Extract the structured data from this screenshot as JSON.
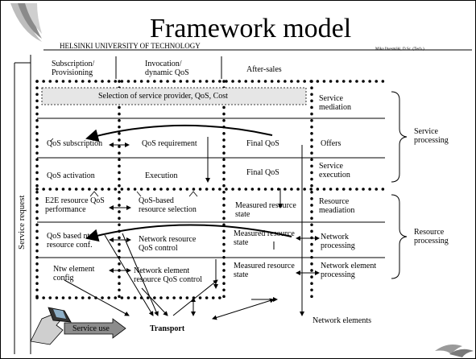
{
  "header": {
    "title": "Framework model",
    "university": "HELSINKI UNIVERSITY OF TECHNOLOGY",
    "author": "Mika Ilvesmäki, D.Sc. (Tech.)"
  },
  "phases": {
    "subscription": [
      "Subscription/",
      "Provisioning"
    ],
    "invocation": [
      "Invocation/",
      "dynamic QoS"
    ],
    "after_sales": "After-sales"
  },
  "side_labels": {
    "service_request": "Service request",
    "service_processing": [
      "Service",
      "processing"
    ],
    "resource_processing": [
      "Resource",
      "processing"
    ]
  },
  "selection_bar": "Selection of service provider, QoS, Cost",
  "service": {
    "mediation": [
      "Service",
      "mediation"
    ],
    "qos_subscription": "QoS subscription",
    "qos_requirement": "QoS requirement",
    "final_qos_1": "Final QoS",
    "offers": "Offers",
    "qos_activation": "QoS activation",
    "execution": "Execution",
    "final_qos_2": "Final QoS",
    "service_execution": [
      "Service",
      "execution"
    ]
  },
  "resource": {
    "e2e": [
      "E2E resource QoS",
      "performance"
    ],
    "qos_based_selection": [
      "QoS-based",
      "resource selection"
    ],
    "measured_1": [
      "Measured resource",
      "state"
    ],
    "resource_mediation": [
      "Resource",
      "meadiation"
    ],
    "qos_based_ntw": [
      "QoS based ntw",
      "resource conf."
    ],
    "network_resource": [
      "Network resource",
      "QoS control"
    ],
    "measured_2": [
      "Measured resource",
      "state"
    ],
    "network_processing": [
      "Network",
      "processing"
    ],
    "ntw_element": [
      "Ntw element",
      "config"
    ],
    "network_element_qos": [
      "Network element",
      "resource QoS control"
    ],
    "measured_3": [
      "Measured resource",
      "state"
    ],
    "network_element_processing": [
      "Network element",
      "processing"
    ]
  },
  "bottom": {
    "service_use": "Service use",
    "transport": "Transport",
    "network_elements": "Network elements"
  },
  "icons": [
    "hut-logo-icon",
    "laptop-hand-icon",
    "bird-logo-icon"
  ]
}
